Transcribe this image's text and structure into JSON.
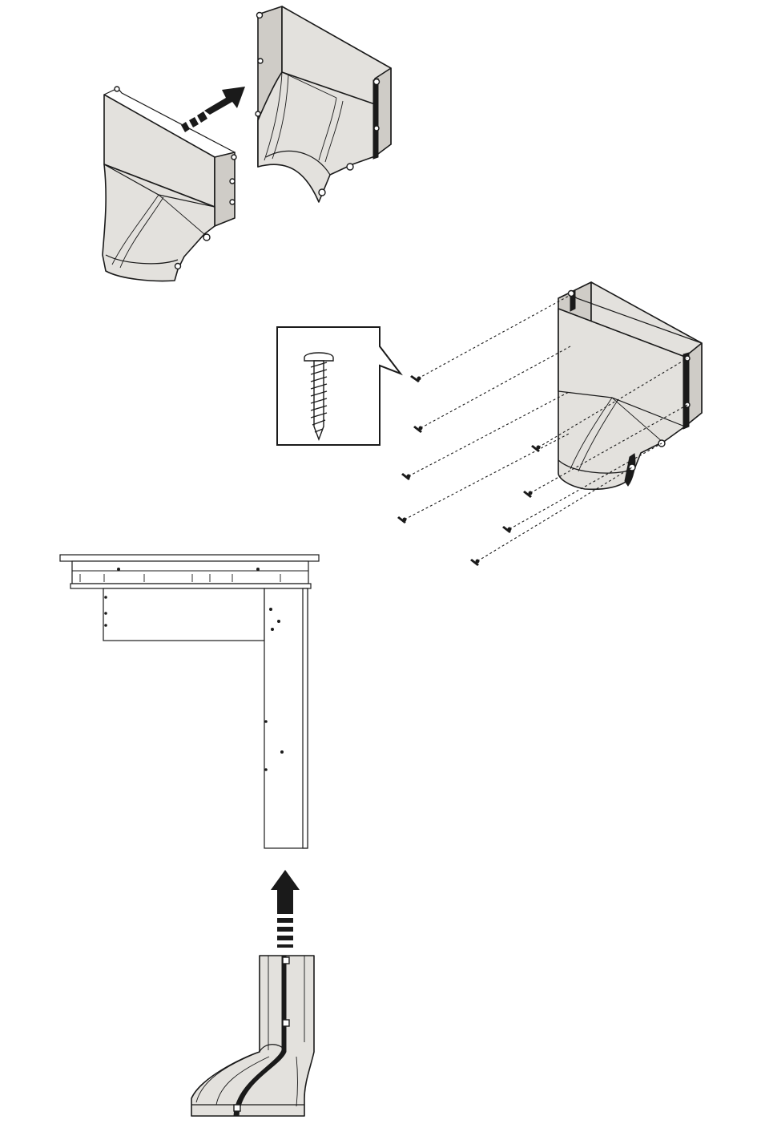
{
  "figure": {
    "panels": [
      {
        "id": "panel-1",
        "description_icons": [
          "transition-piece-left",
          "transition-piece-right",
          "join-arrow-icon"
        ]
      },
      {
        "id": "panel-2",
        "description_icons": [
          "assembled-transition",
          "screw-detail-callout",
          "screw-icon"
        ],
        "screw_count": 8
      },
      {
        "id": "panel-3",
        "description_icons": [
          "cooktop",
          "vertical-duct",
          "duct-elbow",
          "insert-up-arrow-icon"
        ]
      }
    ],
    "colors": {
      "part_fill": "#e3e1dd",
      "line": "#1a1a1a",
      "background": "#ffffff"
    }
  }
}
